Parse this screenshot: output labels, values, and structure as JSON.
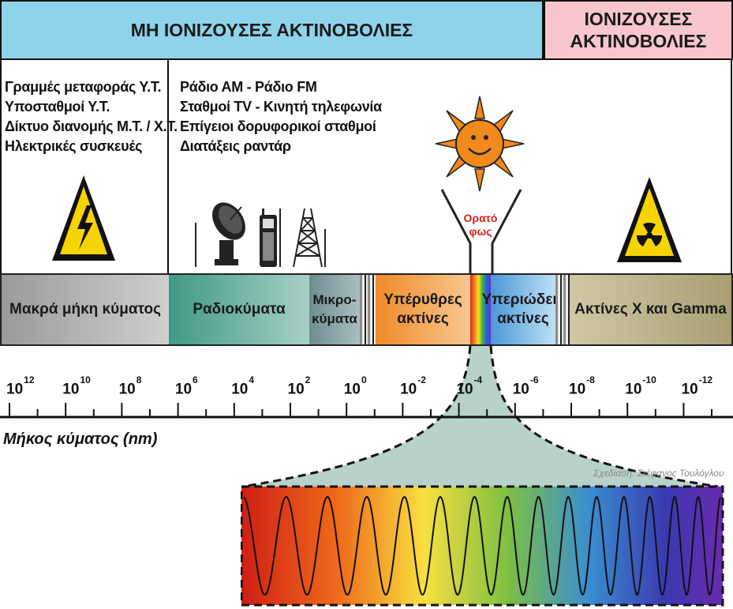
{
  "header": {
    "non_ionizing": "ΜΗ ΙΟΝΙΖΟΥΣΕΣ ΑΚΤΙΝΟΒΟΛΙΕΣ",
    "ionizing_line1": "ΙΟΝΙΖΟΥΣΕΣ",
    "ionizing_line2": "ΑΚΤΙΝΟΒΟΛΙΕΣ"
  },
  "sources_left": [
    "Γραμμές μεταφοράς Υ.Τ.",
    "Υποσταθμοί Υ.Τ.",
    "Δίκτυο διανομής Μ.Τ. / Χ.Τ.",
    "Ηλεκτρικές συσκευές"
  ],
  "sources_mid": [
    "Ράδιο ΑΜ - Ράδιο FM",
    "Σταθμοί TV - Κινητή τηλεφωνία",
    "Επίγειοι δορυφορικοί σταθμοί",
    "Διατάξεις ραντάρ"
  ],
  "visible_light": {
    "line1": "Ορατό",
    "line2": "φως"
  },
  "bands": {
    "long": "Μακρά μήκη κύματος",
    "radio": "Ραδιοκύματα",
    "micro_line1": "Μικρο-",
    "micro_line2": "κύματα",
    "ir_line1": "Υπέρυθρες",
    "ir_line2": "ακτίνες",
    "uv_line1": "Υπεριώδεις",
    "uv_line2": "ακτίνες",
    "xgamma": "Ακτίνες Χ και Gamma"
  },
  "ticks": [
    {
      "base": "10",
      "exp": "12"
    },
    {
      "base": "10",
      "exp": "10"
    },
    {
      "base": "10",
      "exp": "8"
    },
    {
      "base": "10",
      "exp": "6"
    },
    {
      "base": "10",
      "exp": "4"
    },
    {
      "base": "10",
      "exp": "2"
    },
    {
      "base": "10",
      "exp": "0"
    },
    {
      "base": "10",
      "exp": "-2"
    },
    {
      "base": "10",
      "exp": "-4"
    },
    {
      "base": "10",
      "exp": "-6"
    },
    {
      "base": "10",
      "exp": "-8"
    },
    {
      "base": "10",
      "exp": "-10"
    },
    {
      "base": "10",
      "exp": "-12"
    }
  ],
  "axis_label": "Μήκος κύματος (nm)",
  "credit": "Σχεδίαση: Στέφανος Τουλόγλου",
  "icons": [
    "high-voltage-warning-icon",
    "satellite-dish-icon",
    "mobile-phone-icon",
    "transmission-tower-icon",
    "sun-icon",
    "radiation-warning-icon"
  ],
  "colors": {
    "non_ionizing": "#8fd3ea",
    "ionizing": "#f8c6cc",
    "warning_yellow": "#f6d400",
    "visible_label": "#d0201c"
  }
}
